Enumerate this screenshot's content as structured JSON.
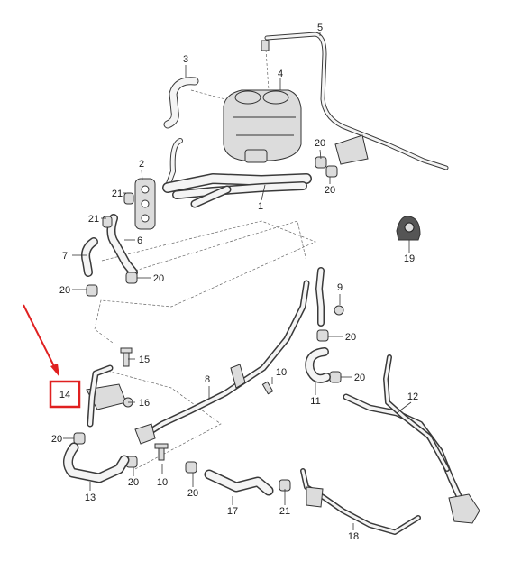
{
  "callouts": [
    {
      "id": "c1",
      "text": "1"
    },
    {
      "id": "c2",
      "text": "2"
    },
    {
      "id": "c3",
      "text": "3"
    },
    {
      "id": "c4",
      "text": "4"
    },
    {
      "id": "c5",
      "text": "5"
    },
    {
      "id": "c6",
      "text": "6"
    },
    {
      "id": "c7",
      "text": "7"
    },
    {
      "id": "c8",
      "text": "8"
    },
    {
      "id": "c9",
      "text": "9"
    },
    {
      "id": "c10a",
      "text": "10"
    },
    {
      "id": "c10b",
      "text": "10"
    },
    {
      "id": "c11",
      "text": "11"
    },
    {
      "id": "c12",
      "text": "12"
    },
    {
      "id": "c13",
      "text": "13"
    },
    {
      "id": "c14",
      "text": "14"
    },
    {
      "id": "c15",
      "text": "15"
    },
    {
      "id": "c16",
      "text": "16"
    },
    {
      "id": "c17",
      "text": "17"
    },
    {
      "id": "c18",
      "text": "18"
    },
    {
      "id": "c19",
      "text": "19"
    },
    {
      "id": "c20a",
      "text": "20"
    },
    {
      "id": "c20b",
      "text": "20"
    },
    {
      "id": "c20c",
      "text": "20"
    },
    {
      "id": "c20d",
      "text": "20"
    },
    {
      "id": "c20e",
      "text": "20"
    },
    {
      "id": "c20f",
      "text": "20"
    },
    {
      "id": "c20g",
      "text": "20"
    },
    {
      "id": "c20h",
      "text": "20"
    },
    {
      "id": "c20i",
      "text": "20"
    },
    {
      "id": "c21a",
      "text": "21"
    },
    {
      "id": "c21b",
      "text": "21"
    },
    {
      "id": "c21c",
      "text": "21"
    }
  ],
  "highlight": {
    "callout": "14",
    "color": "#e02020"
  }
}
